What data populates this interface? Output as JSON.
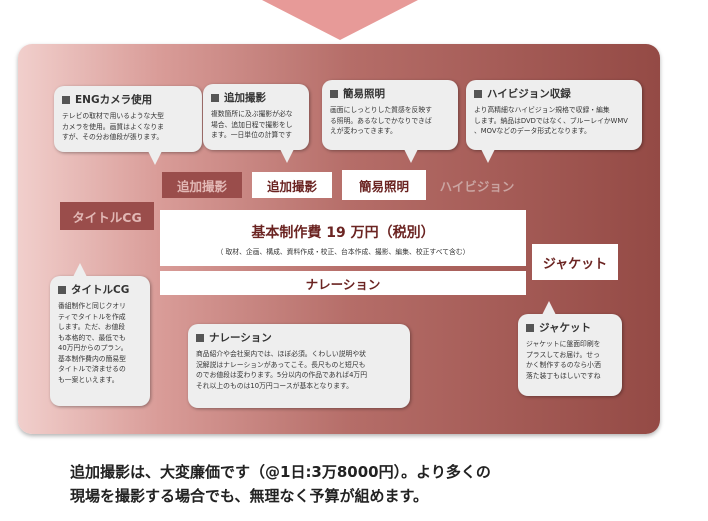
{
  "bubbles": {
    "eng": {
      "title": "ENGカメラ使用",
      "desc": "テレビの取材で用いるような大型\nカメラを使用。画質はよくなりま\nすが、その分お値段が張ります。"
    },
    "tsuika": {
      "title": "追加撮影",
      "desc": "複数箇所に及ぶ撮影が必な\n場合、追加日程で撮影をし\nます。一日単位の計算です"
    },
    "shomei": {
      "title": "簡易照明",
      "desc": "画面にしっとりした質感を反映す\nる照明。あるなしでかなりできば\nえが変わってきます。"
    },
    "hivision": {
      "title": "ハイビジョン収録",
      "desc": "より高精細なハイビジョン規格で収録・編集\nします。納品はDVDではなく、ブルーレイかWMV\n、MOVなどのデータ形式となります。"
    },
    "titlecg": {
      "title": "タイトルCG",
      "desc": "番組制作と同じクオリ\nティでタイトルを作成\nします。ただ、お値段\nも本格的で、最低でも\n40万円からのプラン。\n基本制作費内の簡易型\nタイトルで済ませるの\nも一案といえます。"
    },
    "narration": {
      "title": "ナレーション",
      "desc": "商品紹介や会社案内では、ほぼ必須。くわしい説明や状\n況解説はナレーションがあってこそ。長尺ものと短尺も\nのでお値段は変わります。5分以内の作品であれば4万円\nそれ以上のものは10万円コースが基本となります。"
    },
    "jacket": {
      "title": "ジャケット",
      "desc": "ジャケットに盤面印刷を\nプラスしてお届け。せっ\nかく制作するのなら小洒\n落た装丁もほしいですね"
    }
  },
  "tags": {
    "tsuika_dim": "追加撮影",
    "tsuika_light": "追加撮影",
    "shomei": "簡易照明",
    "hivision": "ハイビジョン",
    "titlecg": "タイトルCG",
    "jacket": "ジャケット"
  },
  "main": {
    "title": "基本制作費 19 万円（税別）",
    "subtitle": "（ 取材、企画、構成、資料作成・校正、台本作成、撮影、編集、校正すべて含む）",
    "narration_bar": "ナレーション"
  },
  "footer": {
    "line1": "追加撮影は、大変廉価です（@1日:3万8000円）。より多くの",
    "line2": "現場を撮影する場合でも、無理なく予算が組めます。"
  }
}
